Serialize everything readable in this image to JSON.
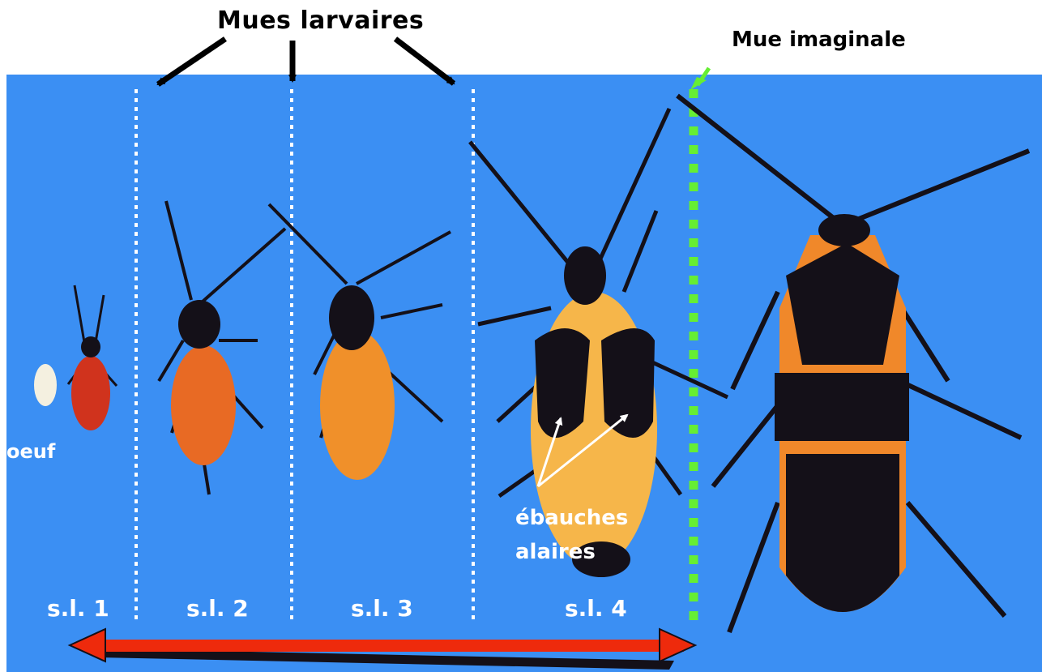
{
  "labels": {
    "mues_larvaires": "Mues larvaires",
    "mue_imaginale": "Mue imaginale",
    "oeuf": "oeuf",
    "ebauches_line1": "ébauches",
    "ebauches_line2": "alaires"
  },
  "stages": [
    "s.l. 1",
    "s.l. 2",
    "s.l. 3",
    "s.l. 4"
  ],
  "colors": {
    "background": "#3b8ff3",
    "molt_line": "#ffffff",
    "imaginal_line": "#66ee33",
    "double_arrow": "#ee2a0c",
    "insect_dark": "#141018",
    "insect_orange": "#f0902a",
    "insect_yellow": "#f6b64a",
    "egg": "#f4f0e0"
  },
  "icons": [
    "arrow-icon",
    "double-arrow-icon",
    "insect-illustration"
  ]
}
